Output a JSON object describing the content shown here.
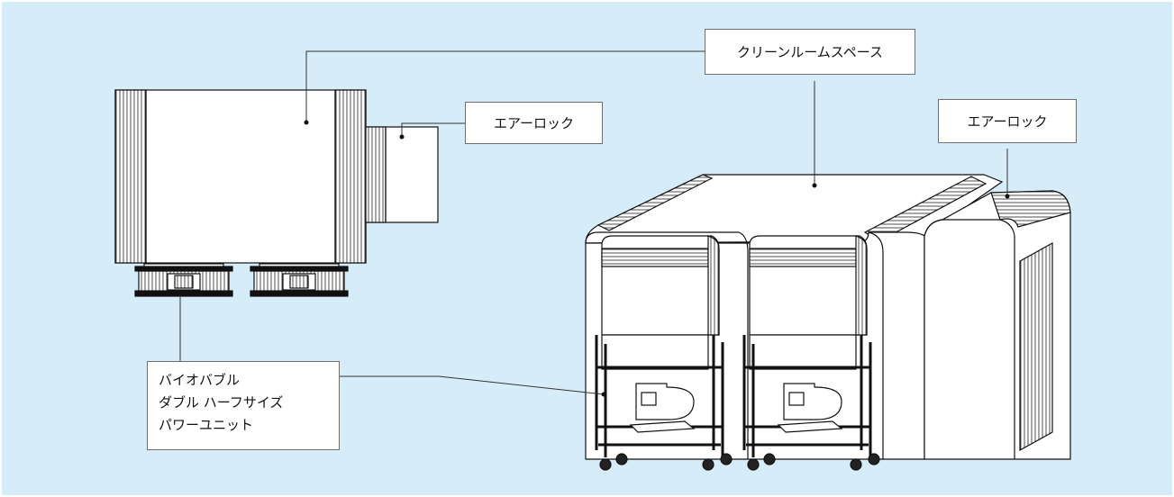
{
  "labels": {
    "cleanroom": "クリーンルームスペース",
    "airlock_left": "エアーロック",
    "airlock_right": "エアーロック",
    "biobubble": [
      "バイオバブル",
      "ダブル ハーフサイズ",
      "パワーユニット"
    ]
  },
  "colors": {
    "background": "#d7ecf9",
    "line": "#111111",
    "panel": "#ffffff"
  }
}
